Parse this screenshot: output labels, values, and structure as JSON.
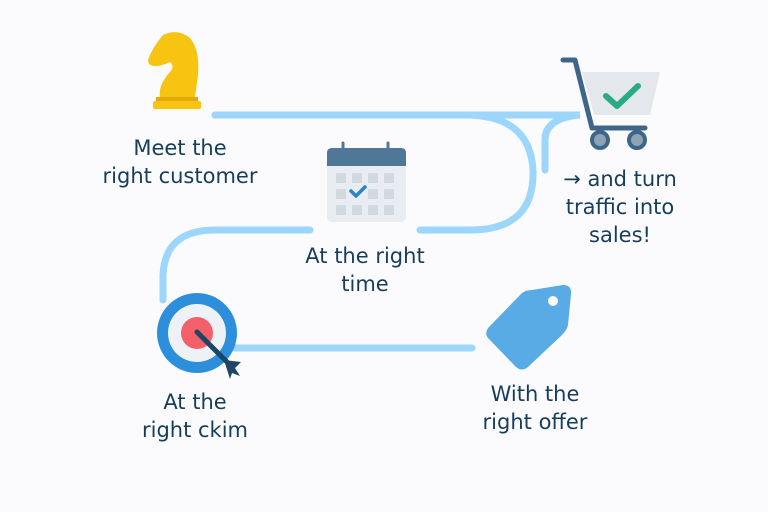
{
  "colors": {
    "path": "#9dd6fb",
    "text": "#163d5c",
    "knight": "#f7c411",
    "knight_band": "#e3a80a",
    "cart_frame": "#3d6688",
    "cart_basket": "#e4e8ec",
    "cart_check": "#2aab84",
    "cart_wheel": "#8ea3b5",
    "calendar_header": "#4f7898",
    "calendar_body": "#e9edf1",
    "calendar_cell": "#d2d9df",
    "calendar_check": "#2b83cc",
    "target_outer": "#2d8fdc",
    "target_inner_ring": "#eef2f6",
    "target_bullseye": "#f4606a",
    "arrow": "#1d4565",
    "tag": "#58abe4"
  },
  "steps": [
    {
      "icon": "chess-knight-icon",
      "line1": "Meet the",
      "line2": "right customer"
    },
    {
      "icon": "calendar-check-icon",
      "line1": "At the right",
      "line2": "time"
    },
    {
      "icon": "target-icon",
      "line1": "At the",
      "line2": "right ckim"
    },
    {
      "icon": "price-tag-icon",
      "line1": "With the",
      "line2": "right offer"
    },
    {
      "icon": "shopping-cart-check-icon",
      "line1": "→ and turn",
      "line2": "traffic into",
      "line3": "sales!"
    }
  ]
}
